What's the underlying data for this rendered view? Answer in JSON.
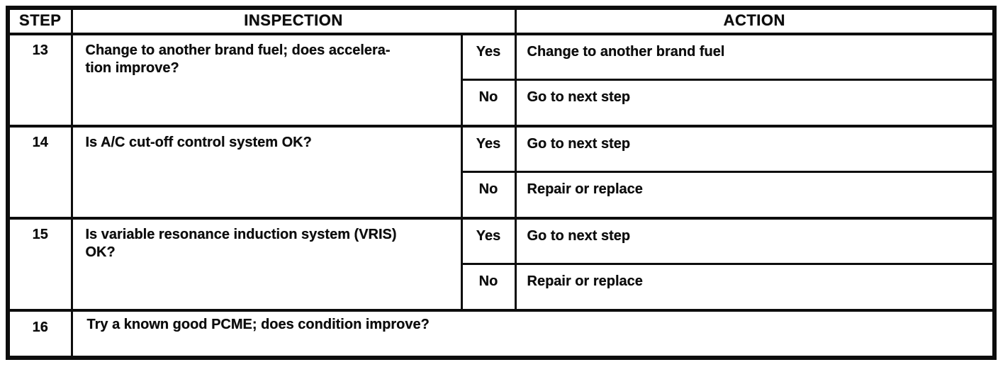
{
  "table": {
    "headers": {
      "step": "STEP",
      "inspection": "INSPECTION",
      "action": "ACTION"
    },
    "rows": [
      {
        "step": "13",
        "inspection": "Change to another brand fuel; does accelera-\ntion improve?",
        "outcomes": [
          {
            "answer": "Yes",
            "action": "Change to another brand fuel"
          },
          {
            "answer": "No",
            "action": "Go to next step"
          }
        ]
      },
      {
        "step": "14",
        "inspection": "Is A/C cut-off control system OK?",
        "outcomes": [
          {
            "answer": "Yes",
            "action": "Go to next step"
          },
          {
            "answer": "No",
            "action": "Repair or replace"
          }
        ]
      },
      {
        "step": "15",
        "inspection": "Is variable resonance induction system (VRIS)\nOK?",
        "outcomes": [
          {
            "answer": "Yes",
            "action": "Go to next step"
          },
          {
            "answer": "No",
            "action": "Repair or replace"
          }
        ]
      },
      {
        "step": "16",
        "inspection": "Try a known good PCME; does condition improve?",
        "outcomes": []
      }
    ],
    "colors": {
      "ink": "#0d0d0d",
      "paper": "#ffffff"
    }
  }
}
